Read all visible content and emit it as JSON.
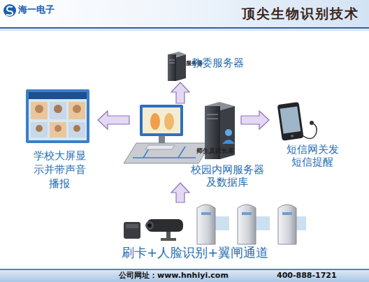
{
  "diagram": {
    "title": "顶尖生物识别技术",
    "nodes": [
      {
        "text": [
          "服务器",
          "教委服务器"
        ]
      },
      {
        "text": [
          "学校大屏显示并带声音播报"
        ]
      },
      {
        "text": [
          "师生及家长库",
          "校园内网服务器及数据库"
        ]
      },
      {
        "text": [
          "短信网关发短信提醒"
        ]
      },
      {
        "text": [
          "刷卡+人脸识别+翼闸通道"
        ]
      }
    ],
    "edges": [
      {
        "from": 2,
        "to": 0,
        "arrow": "to"
      },
      {
        "from": 2,
        "to": 1,
        "arrow": "to"
      },
      {
        "from": 2,
        "to": 3,
        "arrow": "to"
      },
      {
        "from": 4,
        "to": 2,
        "arrow": "to"
      }
    ],
    "labels": [
      "海一电子",
      "公司网址：www.hnhiyi.com",
      "400-888-1721"
    ]
  }
}
